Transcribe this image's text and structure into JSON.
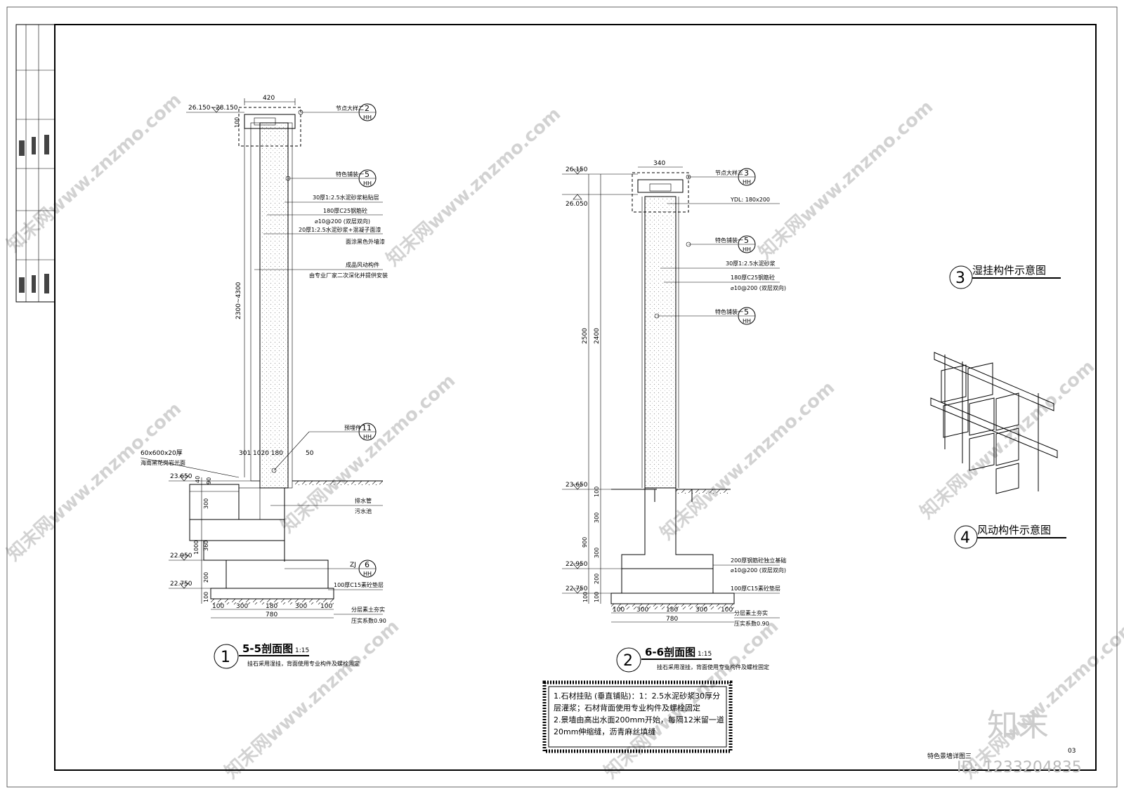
{
  "section55": {
    "elev_top": "26.150~28.150",
    "top_width": "420",
    "cap_height": "100",
    "node2": "节点大样二",
    "tag_2_num": "2",
    "tag_5_num": "5",
    "tag_11_num": "11",
    "tag_6_num": "6",
    "tag_sub": "HH",
    "note_paving": "特色铺装一",
    "note_mortar": "30厚1:2.5水泥砂浆粘贴层",
    "note_concrete": "180厚C25钢筋砼",
    "note_rebar": "⌀10@200 (双层双向)",
    "note_mortar20": "20厚1:2.5水泥砂浆+混凝子面漆",
    "note_paint": "面涂黑色外墙漆",
    "note_wind": "成品风动构件",
    "note_wind2": "由专业厂家二次深化并提供安装",
    "note_anchor": "预埋件",
    "height_dim": "2300~4300",
    "plate_note": "60x600x20厚",
    "plate_note2": "海南黑花岗岩光面",
    "dims_mid": "301 1020 180",
    "dim_50": "50",
    "elev_water": "23.650",
    "dim_40": "40",
    "dim_90": "90",
    "dim_300": "300",
    "dim_1000": "1000",
    "dim_360": "360",
    "dim_200": "200",
    "dim_100": "100",
    "note_drain": "排水管",
    "note_drain2": "污水池",
    "elev_foot1": "22.950",
    "elev_foot2": "22.750",
    "zj": "ZJ",
    "note_c15": "100厚C15素砼垫层",
    "note_soil": "分层素土夯实",
    "note_compact": "压实系数0.90",
    "bottom_dims": [
      "100",
      "300",
      "180",
      "300",
      "100"
    ],
    "total_width": "780",
    "title_num": "1",
    "title": "5-5剖面图",
    "scale": "1:15",
    "subtitle": "挂石采用湿挂，背面使用专业构件及螺栓固定"
  },
  "section66": {
    "top_width": "340",
    "elev_top": "26.150",
    "elev_2": "26.050",
    "node3": "节点大样三",
    "tag_3_num": "3",
    "tag_5_num": "5",
    "tag_sub": "HH",
    "ydl": "YDL: 180x200",
    "note_paving": "特色铺装一",
    "note_mortar": "30厚1:2.5水泥砂浆",
    "note_concrete": "180厚C25钢筋砼",
    "note_rebar": "⌀10@200 (双层双向)",
    "dim_2500": "2500",
    "dim_2400": "2400",
    "elev_ground": "23.650",
    "dim_100": "100",
    "dim_300": "300",
    "dim_900": "900",
    "dim_200": "200",
    "note_base": "200厚钢筋砼独立基础",
    "note_base_rebar": "⌀10@200 (双层双向)",
    "elev_foot1": "22.950",
    "elev_foot2": "22.750",
    "note_c15": "100厚C15素砼垫层",
    "note_soil": "分层素土夯实",
    "note_compact": "压实系数0.90",
    "bottom_dims": [
      "100",
      "300",
      "180",
      "300",
      "100"
    ],
    "total_width": "780",
    "title_num": "2",
    "title": "6-6剖面图",
    "scale": "1:15",
    "subtitle": "挂石采用湿挂，背面使用专业构件及螺栓固定"
  },
  "legend3": {
    "num": "3",
    "label": "湿挂构件示意图"
  },
  "legend4": {
    "num": "4",
    "label": "风动构件示意图"
  },
  "notes": [
    "1.石材挂贴 (垂直铺贴)：1：2.5水泥砂浆30厚分",
    "层灌浆；石材背面使用专业构件及螺栓固定",
    "2.景墙由高出水面200mm开始，每隔12米留一道",
    "20mm伸缩缝，沥青麻丝填缝"
  ],
  "sheet_title": "特色景墙详图三",
  "sheet_no": "03",
  "watermark": "知末网www.znzmo.com",
  "logo_text": "知末",
  "id_text": "ID: 1233204835"
}
